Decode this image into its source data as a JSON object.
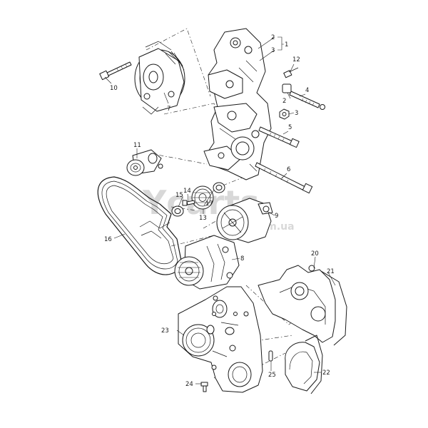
{
  "watermark": {
    "main": "Ycarts",
    "sub": ".com.ua"
  },
  "callouts": [
    {
      "id": "c1",
      "text": "1"
    },
    {
      "id": "c2a",
      "text": "2"
    },
    {
      "id": "c3a",
      "text": "3"
    },
    {
      "id": "c12",
      "text": "12"
    },
    {
      "id": "c4",
      "text": "4"
    },
    {
      "id": "c2b",
      "text": "2"
    },
    {
      "id": "c3b",
      "text": "3"
    },
    {
      "id": "c5",
      "text": "5"
    },
    {
      "id": "c6",
      "text": "6"
    },
    {
      "id": "c10",
      "text": "10"
    },
    {
      "id": "c7",
      "text": "7"
    },
    {
      "id": "c11",
      "text": "11"
    },
    {
      "id": "c14",
      "text": "14"
    },
    {
      "id": "c15",
      "text": "15"
    },
    {
      "id": "c13",
      "text": "13"
    },
    {
      "id": "c17",
      "text": "17"
    },
    {
      "id": "c9",
      "text": "9"
    },
    {
      "id": "c16",
      "text": "16"
    },
    {
      "id": "c8",
      "text": "8"
    },
    {
      "id": "c20",
      "text": "20"
    },
    {
      "id": "c21",
      "text": "21"
    },
    {
      "id": "c23",
      "text": "23"
    },
    {
      "id": "c25",
      "text": "25"
    },
    {
      "id": "c22",
      "text": "22"
    },
    {
      "id": "c24",
      "text": "24"
    }
  ]
}
